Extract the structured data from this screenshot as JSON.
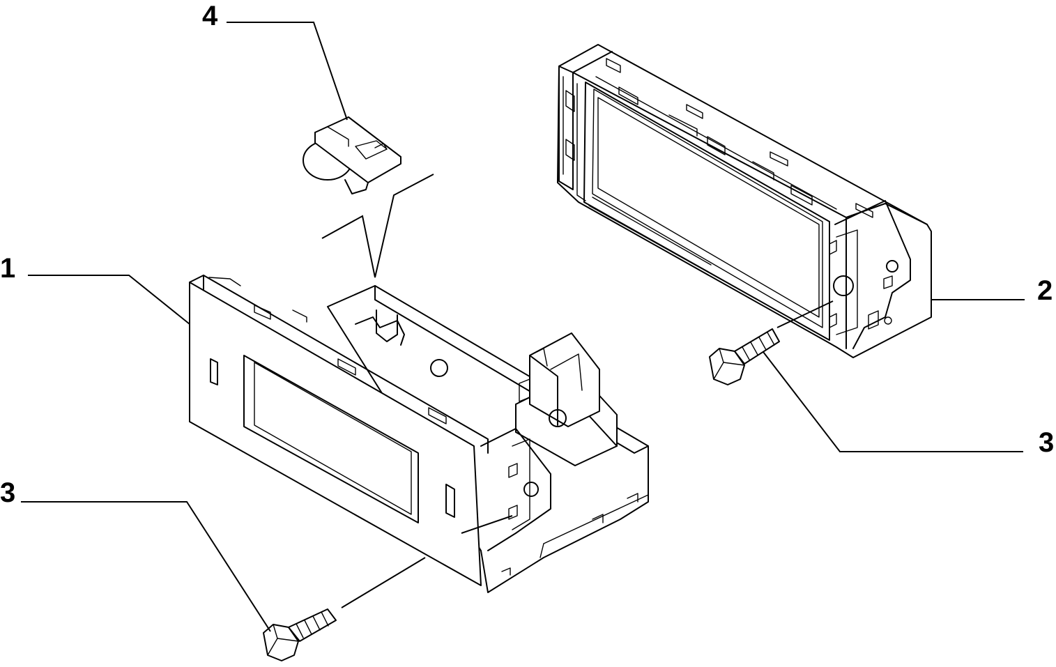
{
  "callouts": {
    "part_1": "1",
    "part_2": "2",
    "part_3_left": "3",
    "part_3_right": "3",
    "part_4": "4"
  }
}
